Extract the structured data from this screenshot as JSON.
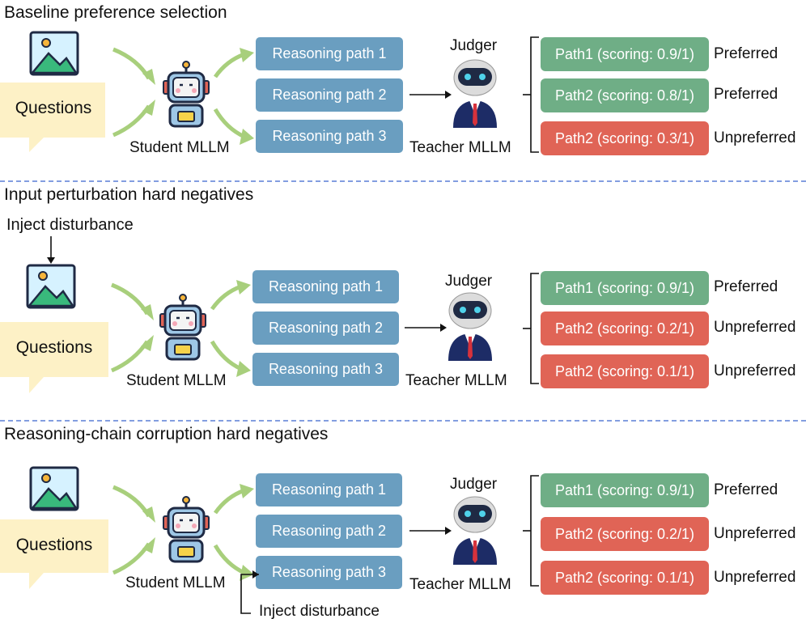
{
  "colors": {
    "path_box": "#6a9ec0",
    "preferred": "#6fae86",
    "unpreferred": "#e06456",
    "bubble": "#fdf1c6",
    "arrow": "#a8cf7c",
    "divider": "#5a7fd6"
  },
  "sections": [
    {
      "title": "Baseline preference selection",
      "inject_top": "",
      "questions": "Questions",
      "student": "Student MLLM",
      "paths": [
        "Reasoning path 1",
        "Reasoning path 2",
        "Reasoning path 3"
      ],
      "judger": "Judger",
      "teacher": "Teacher MLLM",
      "scores": [
        {
          "label": "Path1 (scoring: 0.9/1)",
          "verdict": "Preferred",
          "status": "preferred"
        },
        {
          "label": "Path2 (scoring: 0.8/1)",
          "verdict": "Preferred",
          "status": "preferred"
        },
        {
          "label": "Path2 (scoring: 0.3/1)",
          "verdict": "Unpreferred",
          "status": "unpreferred"
        }
      ],
      "inject_bottom": ""
    },
    {
      "title": "Input perturbation hard negatives",
      "inject_top": "Inject disturbance",
      "questions": "Questions",
      "student": "Student MLLM",
      "paths": [
        "Reasoning path 1",
        "Reasoning path 2",
        "Reasoning path 3"
      ],
      "judger": "Judger",
      "teacher": "Teacher MLLM",
      "scores": [
        {
          "label": "Path1 (scoring: 0.9/1)",
          "verdict": "Preferred",
          "status": "preferred"
        },
        {
          "label": "Path2 (scoring: 0.2/1)",
          "verdict": "Unpreferred",
          "status": "unpreferred"
        },
        {
          "label": "Path2 (scoring: 0.1/1)",
          "verdict": "Unpreferred",
          "status": "unpreferred"
        }
      ],
      "inject_bottom": ""
    },
    {
      "title": "Reasoning-chain corruption hard negatives",
      "inject_top": "",
      "questions": "Questions",
      "student": "Student MLLM",
      "paths": [
        "Reasoning path 1",
        "Reasoning path 2",
        "Reasoning path 3"
      ],
      "judger": "Judger",
      "teacher": "Teacher MLLM",
      "scores": [
        {
          "label": "Path1 (scoring: 0.9/1)",
          "verdict": "Preferred",
          "status": "preferred"
        },
        {
          "label": "Path2 (scoring: 0.2/1)",
          "verdict": "Unpreferred",
          "status": "unpreferred"
        },
        {
          "label": "Path2 (scoring: 0.1/1)",
          "verdict": "Unpreferred",
          "status": "unpreferred"
        }
      ],
      "inject_bottom": "Inject disturbance"
    }
  ]
}
